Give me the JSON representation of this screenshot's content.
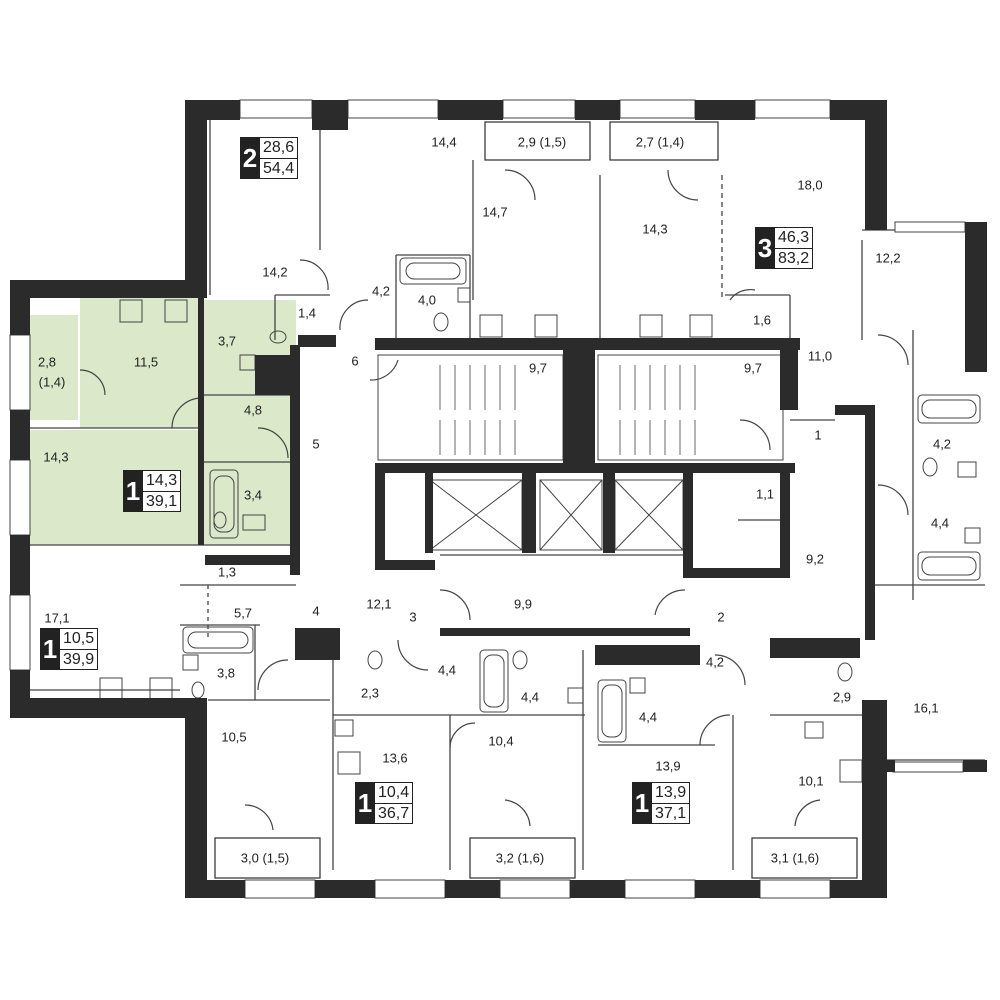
{
  "colors": {
    "wall": "#2b2b2b",
    "highlight": "#dbe8c9",
    "line": "#444444",
    "background": "#ffffff"
  },
  "apartments": [
    {
      "id": "apt-2",
      "rooms": "2",
      "living": "28,6",
      "total": "54,4"
    },
    {
      "id": "apt-3",
      "rooms": "3",
      "living": "46,3",
      "total": "83,2"
    },
    {
      "id": "apt-green",
      "rooms": "1",
      "living": "14,3",
      "total": "39,1",
      "highlighted": true
    },
    {
      "id": "apt-left",
      "rooms": "1",
      "living": "10,5",
      "total": "39,9"
    },
    {
      "id": "apt-bottom-left",
      "rooms": "1",
      "living": "10,4",
      "total": "36,7"
    },
    {
      "id": "apt-bottom-right",
      "rooms": "1",
      "living": "13,9",
      "total": "37,1"
    }
  ],
  "rooms": [
    "14,4",
    "2,9 (1,5)",
    "2,7 (1,4)",
    "18,0",
    "14,7",
    "14,3",
    "12,2",
    "14,2",
    "4,2",
    "4,0",
    "1,4",
    "1,6",
    "2,8",
    "(1,4)",
    "11,5",
    "3,7",
    "6",
    "9,7",
    "9,7",
    "11,0",
    "4,8",
    "5",
    "1",
    "4,2",
    "14,3",
    "3,4",
    "1,1",
    "4,4",
    "9,2",
    "1,3",
    "17,1",
    "5,7",
    "4",
    "12,1",
    "3",
    "9,9",
    "2",
    "3,8",
    "4,4",
    "4,4",
    "4,2",
    "2,3",
    "2,9",
    "4,4",
    "16,1",
    "10,5",
    "13,6",
    "10,4",
    "13,9",
    "10,1",
    "3,0 (1,5)",
    "3,2 (1,6)",
    "3,1 (1,6)"
  ]
}
